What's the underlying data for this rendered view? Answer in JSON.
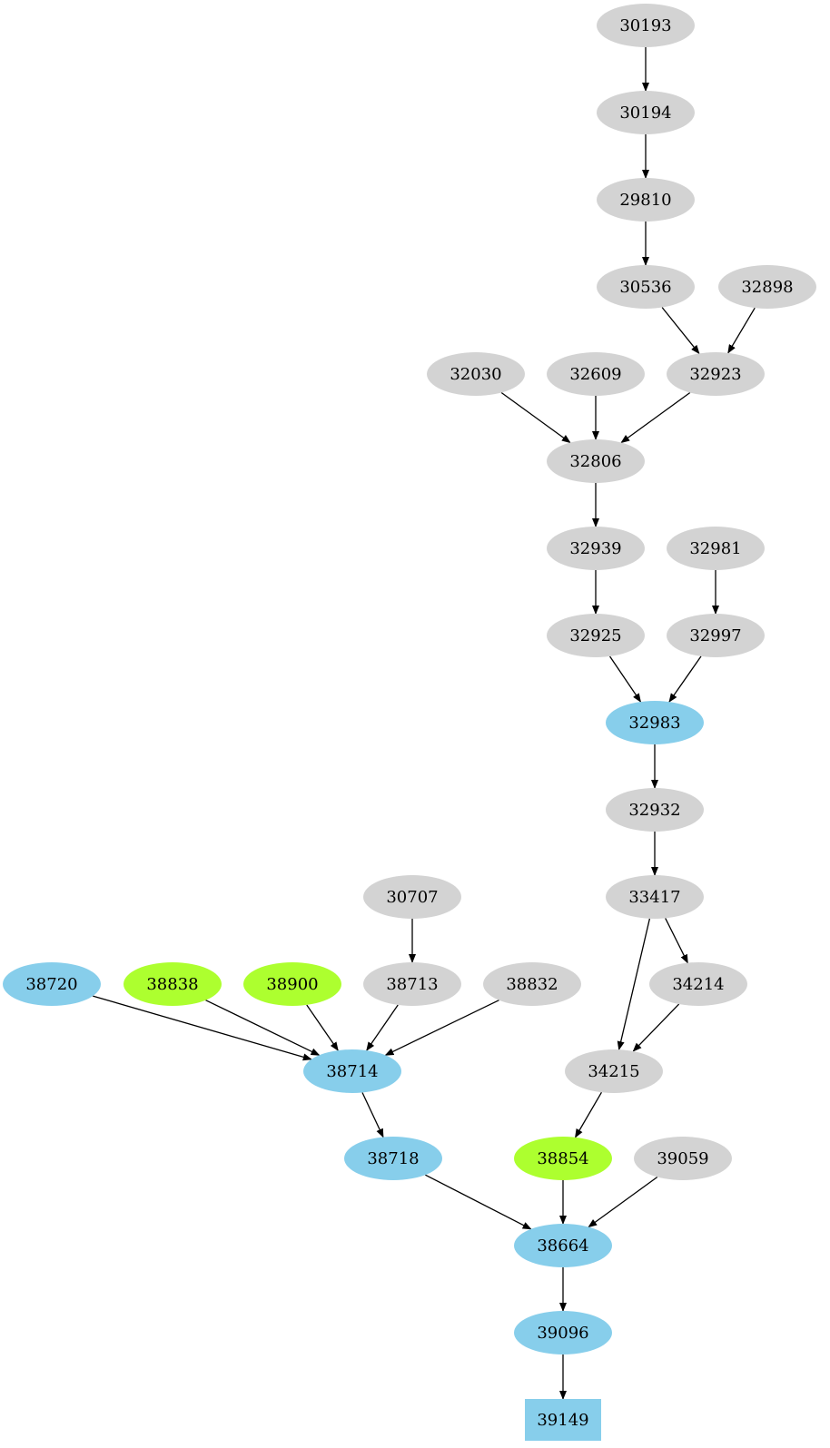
{
  "colors": {
    "gray": "#d3d3d3",
    "blue": "#87ceeb",
    "green": "#adff2f",
    "edge": "#000000"
  },
  "nodes": [
    {
      "id": "30193",
      "color": "gray",
      "shape": "ellipse"
    },
    {
      "id": "30194",
      "color": "gray",
      "shape": "ellipse"
    },
    {
      "id": "29810",
      "color": "gray",
      "shape": "ellipse"
    },
    {
      "id": "30536",
      "color": "gray",
      "shape": "ellipse"
    },
    {
      "id": "32898",
      "color": "gray",
      "shape": "ellipse"
    },
    {
      "id": "32030",
      "color": "gray",
      "shape": "ellipse"
    },
    {
      "id": "32609",
      "color": "gray",
      "shape": "ellipse"
    },
    {
      "id": "32923",
      "color": "gray",
      "shape": "ellipse"
    },
    {
      "id": "32806",
      "color": "gray",
      "shape": "ellipse"
    },
    {
      "id": "32939",
      "color": "gray",
      "shape": "ellipse"
    },
    {
      "id": "32981",
      "color": "gray",
      "shape": "ellipse"
    },
    {
      "id": "32925",
      "color": "gray",
      "shape": "ellipse"
    },
    {
      "id": "32997",
      "color": "gray",
      "shape": "ellipse"
    },
    {
      "id": "32983",
      "color": "blue",
      "shape": "ellipse"
    },
    {
      "id": "32932",
      "color": "gray",
      "shape": "ellipse"
    },
    {
      "id": "30707",
      "color": "gray",
      "shape": "ellipse"
    },
    {
      "id": "33417",
      "color": "gray",
      "shape": "ellipse"
    },
    {
      "id": "38720",
      "color": "blue",
      "shape": "ellipse"
    },
    {
      "id": "38838",
      "color": "green",
      "shape": "ellipse"
    },
    {
      "id": "38900",
      "color": "green",
      "shape": "ellipse"
    },
    {
      "id": "38713",
      "color": "gray",
      "shape": "ellipse"
    },
    {
      "id": "38832",
      "color": "gray",
      "shape": "ellipse"
    },
    {
      "id": "34214",
      "color": "gray",
      "shape": "ellipse"
    },
    {
      "id": "38714",
      "color": "blue",
      "shape": "ellipse"
    },
    {
      "id": "34215",
      "color": "gray",
      "shape": "ellipse"
    },
    {
      "id": "38718",
      "color": "blue",
      "shape": "ellipse"
    },
    {
      "id": "38854",
      "color": "green",
      "shape": "ellipse"
    },
    {
      "id": "39059",
      "color": "gray",
      "shape": "ellipse"
    },
    {
      "id": "38664",
      "color": "blue",
      "shape": "ellipse"
    },
    {
      "id": "39096",
      "color": "blue",
      "shape": "ellipse"
    },
    {
      "id": "39149",
      "color": "blue",
      "shape": "box"
    }
  ],
  "edges": [
    [
      "30193",
      "30194"
    ],
    [
      "30194",
      "29810"
    ],
    [
      "29810",
      "30536"
    ],
    [
      "30536",
      "32923"
    ],
    [
      "32898",
      "32923"
    ],
    [
      "32030",
      "32806"
    ],
    [
      "32609",
      "32806"
    ],
    [
      "32923",
      "32806"
    ],
    [
      "32806",
      "32939"
    ],
    [
      "32939",
      "32925"
    ],
    [
      "32981",
      "32997"
    ],
    [
      "32925",
      "32983"
    ],
    [
      "32997",
      "32983"
    ],
    [
      "32983",
      "32932"
    ],
    [
      "32932",
      "33417"
    ],
    [
      "33417",
      "34214"
    ],
    [
      "33417",
      "34215"
    ],
    [
      "34214",
      "34215"
    ],
    [
      "30707",
      "38713"
    ],
    [
      "38720",
      "38714"
    ],
    [
      "38838",
      "38714"
    ],
    [
      "38900",
      "38714"
    ],
    [
      "38713",
      "38714"
    ],
    [
      "38832",
      "38714"
    ],
    [
      "38714",
      "38718"
    ],
    [
      "34215",
      "38854"
    ],
    [
      "38718",
      "38664"
    ],
    [
      "38854",
      "38664"
    ],
    [
      "39059",
      "38664"
    ],
    [
      "38664",
      "39096"
    ],
    [
      "39096",
      "39149"
    ]
  ]
}
